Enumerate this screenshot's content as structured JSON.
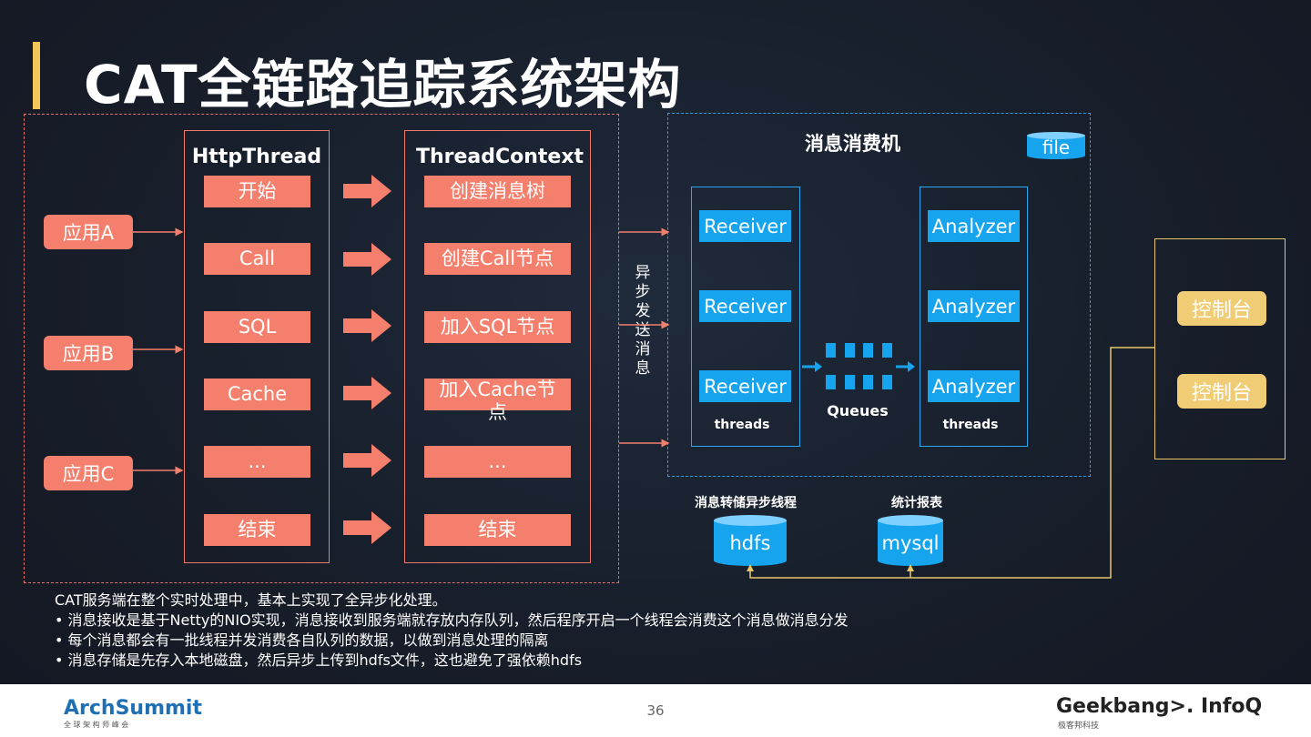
{
  "title": "CAT全链路追踪系统架构",
  "apps": [
    "应用A",
    "应用B",
    "应用C"
  ],
  "http_thread": {
    "header": "HttpThread",
    "items": [
      "开始",
      "Call",
      "SQL",
      "Cache",
      "...",
      "结束"
    ]
  },
  "thread_context": {
    "header": "ThreadContext",
    "items": [
      "创建消息树",
      "创建Call节点",
      "加入SQL节点",
      "加入Cache节点",
      "...",
      "结束"
    ]
  },
  "async_send_label": "异\n步\n发\n送\n消\n息",
  "consumer": {
    "title": "消息消费机",
    "file_label": "file",
    "receivers": [
      "Receiver",
      "Receiver",
      "Receiver"
    ],
    "receiver_caption": "threads",
    "queues_label": "Queues",
    "analyzers": [
      "Analyzer",
      "Analyzer",
      "Analyzer"
    ],
    "analyzer_caption": "threads"
  },
  "storage": {
    "hdfs_caption": "消息转储异步线程",
    "hdfs_label": "hdfs",
    "mysql_caption": "统计报表",
    "mysql_label": "mysql"
  },
  "consoles": [
    "控制台",
    "控制台"
  ],
  "notes": {
    "intro": "CAT服务端在整个实时处理中，基本上实现了全异步化处理。",
    "bullets": [
      "•  消息接收是基于Netty的NIO实现，消息接收到服务端就存放内存队列，然后程序开启一个线程会消费这个消息做消息分发",
      "•  每个消息都会有一批线程并发消费各自队列的数据，以做到消息处理的隔离",
      "•  消息存储是先存入本地磁盘，然后异步上传到hdfs文件，这也避免了强依赖hdfs"
    ]
  },
  "footer": {
    "page_number": "36",
    "logo_left": "ArchSummit",
    "logo_left_sub": "全 球 架 构 师 峰 会",
    "logo_right": "Geekbang>. InfoQ",
    "logo_right_sub": "极客邦科技"
  },
  "colors": {
    "accent": "#f1c65a",
    "coral": "#f47f6c",
    "blue": "#16a4ef",
    "gold": "#f0cd74"
  }
}
